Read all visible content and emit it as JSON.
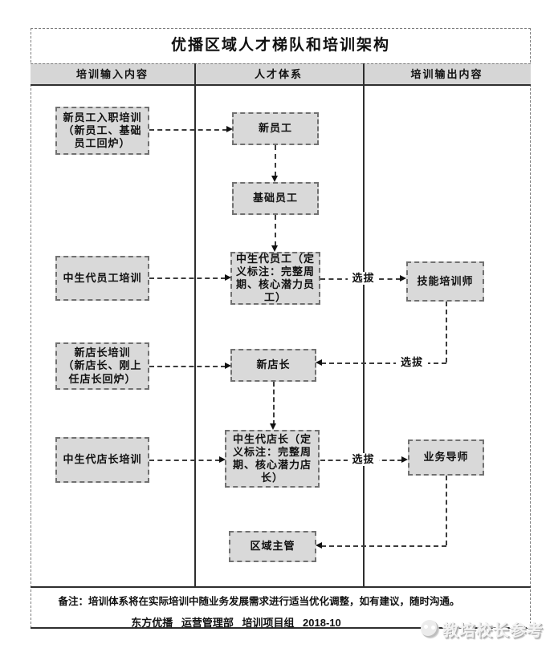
{
  "title": "优播区域人才梯队和培训架构",
  "header": {
    "col_input": "培训输入内容",
    "col_system": "人才体系",
    "col_output": "培训输出内容"
  },
  "boxes": {
    "input_new_employee": "新员工入职培训\n（新员工、基础\n员工回炉）",
    "input_midgen_employee": "中生代员工培训",
    "input_new_manager": "新店长培训\n（新店长、刚上\n任店长回炉）",
    "input_midgen_manager": "中生代店长培训",
    "new_employee": "新员工",
    "base_employee": "基础员工",
    "midgen_employee": "中生代员工（定\n义标注：完整周\n期、核心潜力员\n工）",
    "new_manager": "新店长",
    "midgen_manager": "中生代店长（定\n义标注：完整周\n期、核心潜力店\n长）",
    "region_supervisor": "区域主管",
    "skill_trainer": "技能培训师",
    "business_mentor": "业务导师"
  },
  "labels": {
    "select_1": "选拔",
    "select_2": "选拔",
    "select_3": "选拔"
  },
  "footer": {
    "note": "备注：培训体系将在实际培训中随业务发展需求进行适当优化调整，如有建议，随时沟通。",
    "credit": "东方优播 运营管理部 培训项目组 2018-10"
  },
  "watermark": {
    "text": "教培校长参考"
  },
  "colors": {
    "box_fill": "#d9d9d9",
    "header_fill": "#d6d6d6",
    "box_border": "#717171",
    "structure_line": "#2e2e2e",
    "connector_line": "#3c3c3c",
    "text": "#111111",
    "watermark_text": "#f2f2f2"
  }
}
